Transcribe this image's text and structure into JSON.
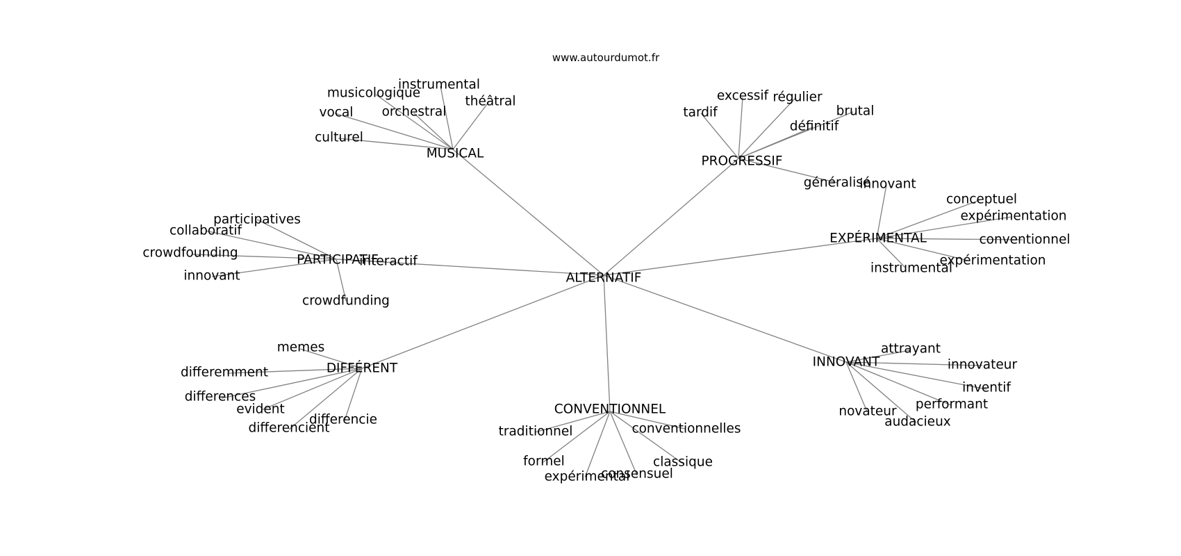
{
  "source": "www.autourdumot.fr",
  "center": "ALTERNATIF",
  "clusters": [
    {
      "id": "musical",
      "label": "MUSICAL",
      "words": [
        "instrumental",
        "musicologique",
        "théâtral",
        "vocal",
        "orchestral",
        "culturel"
      ]
    },
    {
      "id": "progressif",
      "label": "PROGRESSIF",
      "words": [
        "excessif",
        "régulier",
        "tardif",
        "brutal",
        "définitif",
        "généralisé"
      ]
    },
    {
      "id": "participatif",
      "label": "PARTICIPATIF",
      "words": [
        "participatives",
        "collaboratif",
        "crowdfounding",
        "innovant",
        "interactif",
        "crowdfunding"
      ]
    },
    {
      "id": "experimental",
      "label": "EXPÉRIMENTAL",
      "words": [
        "innovant",
        "conceptuel",
        "expérimentation",
        "conventionnel",
        "expérimentation",
        "instrumental"
      ]
    },
    {
      "id": "different",
      "label": "DIFFÉRENT",
      "words": [
        "memes",
        "differemment",
        "differences",
        "evident",
        "differencie",
        "differencient"
      ]
    },
    {
      "id": "innovant",
      "label": "INNOVANT",
      "words": [
        "attrayant",
        "innovateur",
        "inventif",
        "performant",
        "novateur",
        "audacieux"
      ]
    },
    {
      "id": "conventionnel",
      "label": "CONVENTIONNEL",
      "words": [
        "traditionnel",
        "conventionnelles",
        "formel",
        "classique",
        "expérimental",
        "consensuel"
      ]
    }
  ]
}
